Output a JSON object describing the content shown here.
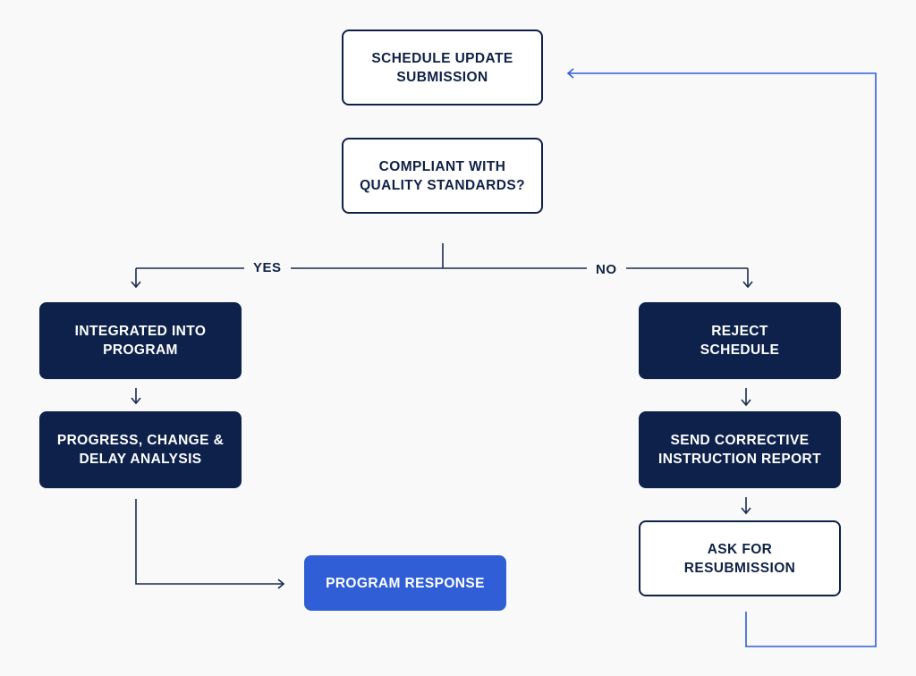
{
  "nodes": {
    "schedule_update": "SCHEDULE UPDATE\nSUBMISSION",
    "compliant_check": "COMPLIANT WITH\nQUALITY STANDARDS?",
    "integrated": "INTEGRATED INTO\nPROGRAM",
    "progress_analysis": "PROGRESS, CHANGE &\nDELAY ANALYSIS",
    "program_response": "PROGRAM RESPONSE",
    "reject": "REJECT\nSCHEDULE",
    "corrective_report": "SEND CORRECTIVE\nINSTRUCTION REPORT",
    "resubmission": "ASK FOR\nRESUBMISSION"
  },
  "branches": {
    "yes": "YES",
    "no": "NO"
  },
  "colors": {
    "navy": "#0d214b",
    "accent": "#2f5ed6",
    "line": "#1a2b52",
    "loop_line": "#2f5ed6"
  }
}
